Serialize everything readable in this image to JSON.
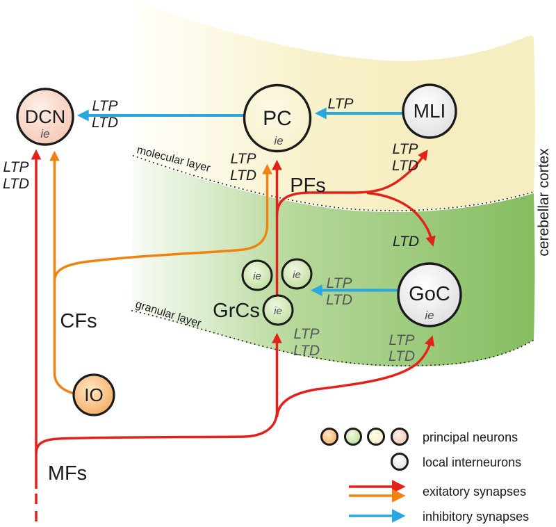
{
  "colors": {
    "excitatory_red": "#e32119",
    "excitatory_orange": "#f0830f",
    "inhibitory_blue": "#29a7e1",
    "molecular_layer_yellow": "#f6eec0",
    "granular_layer_green": "#86bd62",
    "principal_io_orange": "#f2a050",
    "principal_grc_green": "#bfdf9a",
    "principal_pc_yellow": "#f7f0c6",
    "principal_dcn_pink": "#f4c5b2",
    "interneuron_gray": "#dedee2"
  },
  "neurons": {
    "dcn": {
      "label": "DCN",
      "sub": "ie"
    },
    "pc": {
      "label": "PC",
      "sub": "ie"
    },
    "mli": {
      "label": "MLI"
    },
    "goc": {
      "label": "GoC",
      "sub": "ie"
    },
    "grc": {
      "label": "GrCs",
      "sub": "ie"
    },
    "io": {
      "label": "IO"
    }
  },
  "fibers": {
    "cfs": "CFs",
    "mfs": "MFs",
    "pfs": "PFs"
  },
  "layers": {
    "molecular": "molecular layer",
    "granular": "granular layer",
    "cortex": "cerebellar cortex"
  },
  "plasticity": {
    "ltp": "LTP",
    "ltd": "LTD"
  },
  "legend": {
    "principal": "principal neurons",
    "interneurons": "local interneurons",
    "excitatory": "exitatory synapses",
    "inhibitory": "inhibitory synapses"
  }
}
